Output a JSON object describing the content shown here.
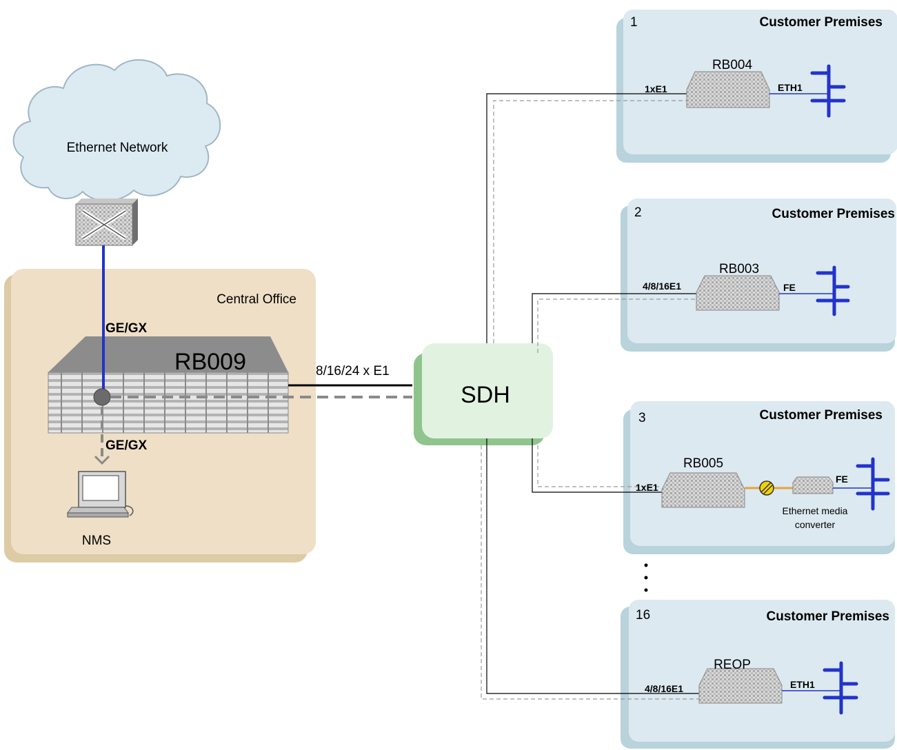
{
  "cloud": {
    "label": "Ethernet Network"
  },
  "central_office": {
    "title": "Central Office",
    "device": "RB009",
    "uplink_label": "GE/GX",
    "nms_link_label": "GE/GX",
    "nms_label": "NMS"
  },
  "trunk": {
    "label": "8/16/24 x E1"
  },
  "sdh": {
    "label": "SDH"
  },
  "premises": [
    {
      "number": "1",
      "title": "Customer Premises",
      "device": "RB004",
      "e1_label": "1xE1",
      "eth_label": "ETH1"
    },
    {
      "number": "2",
      "title": "Customer Premises",
      "device": "RB003",
      "e1_label": "4/8/16E1",
      "eth_label": "FE"
    },
    {
      "number": "3",
      "title": "Customer Premises",
      "device": "RB005",
      "e1_label": "1xE1",
      "eth_label": "FE",
      "converter_label_line1": "Ethernet media",
      "converter_label_line2": "converter"
    },
    {
      "number": "16",
      "title": "Customer Premises",
      "device": "REOP",
      "e1_label": "4/8/16E1",
      "eth_label": "ETH1"
    }
  ],
  "colors": {
    "central_office_bg": "#eedfc6",
    "central_office_shadow": "#dccba5",
    "premises_bg": "#dce9f0",
    "premises_shadow": "#b8d3dc",
    "sdh_bg": "#e1f3e0",
    "sdh_shadow": "#8fc48c",
    "ethernet_blue": "#2233cc",
    "cloud_fill": "#dceaf2",
    "cloud_stroke": "#9fb6c4"
  }
}
